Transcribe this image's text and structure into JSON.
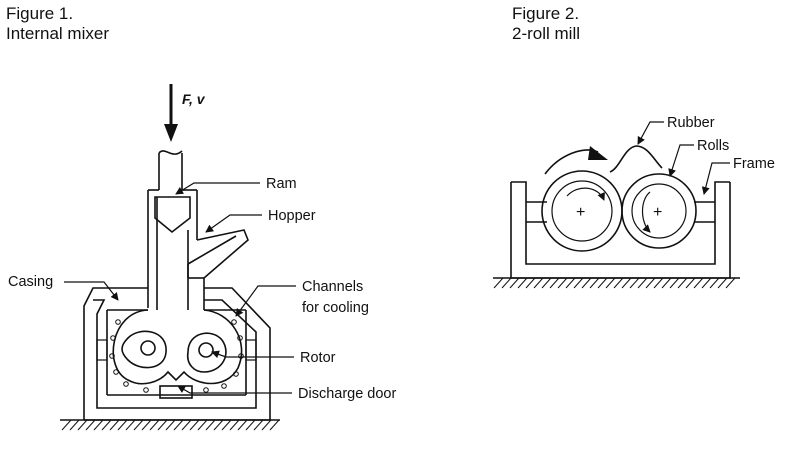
{
  "figure1": {
    "number": "Figure 1.",
    "title": "Internal mixer",
    "force_label": "F, v",
    "labels": {
      "ram": "Ram",
      "hopper": "Hopper",
      "casing": "Casing",
      "channels_line1": "Channels",
      "channels_line2": "for cooling",
      "rotor": "Rotor",
      "discharge_door": "Discharge door"
    }
  },
  "figure2": {
    "number": "Figure 2.",
    "title": "2-roll mill",
    "labels": {
      "rubber": "Rubber",
      "rolls": "Rolls",
      "frame": "Frame"
    },
    "roll_symbol": "+"
  }
}
